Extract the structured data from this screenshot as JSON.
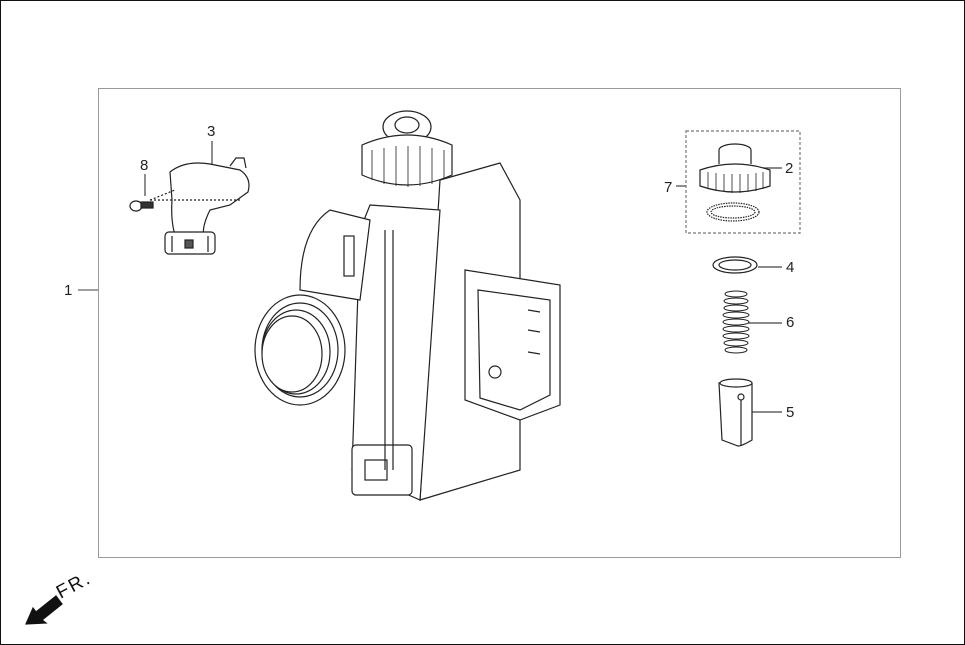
{
  "diagram": {
    "type": "exploded-parts-diagram",
    "subject": "throttle body assembly",
    "callouts": [
      {
        "id": "1",
        "label": "1",
        "part": "throttle-body-assembly"
      },
      {
        "id": "2",
        "label": "2",
        "part": "cap"
      },
      {
        "id": "3",
        "label": "3",
        "part": "throttle-position-sensor"
      },
      {
        "id": "4",
        "label": "4",
        "part": "washer-ring"
      },
      {
        "id": "5",
        "label": "5",
        "part": "sleeve"
      },
      {
        "id": "6",
        "label": "6",
        "part": "spring"
      },
      {
        "id": "7",
        "label": "7",
        "part": "cap-kit"
      },
      {
        "id": "8",
        "label": "8",
        "part": "screw"
      }
    ],
    "direction_indicator": {
      "label": "FR.",
      "icon": "front-direction-arrow-icon"
    }
  }
}
